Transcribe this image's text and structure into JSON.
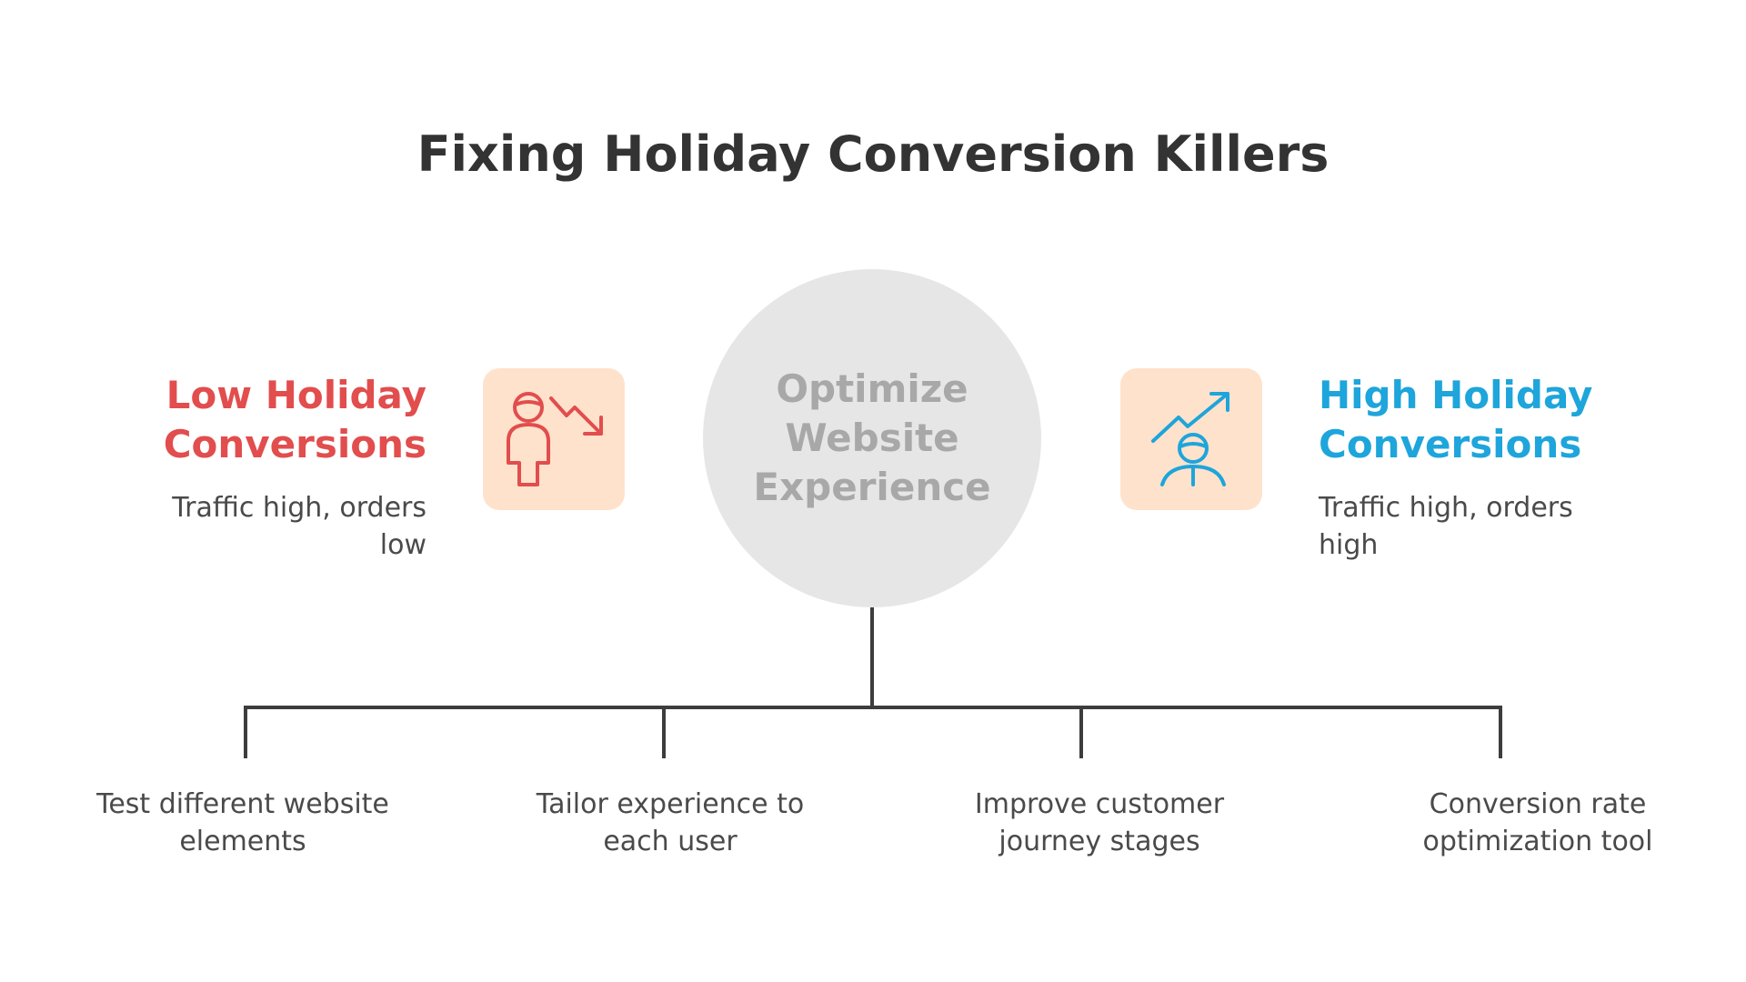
{
  "title": "Fixing Holiday Conversion Killers",
  "left_state": {
    "heading_lines": [
      "Low Holiday",
      "Conversions"
    ],
    "description_lines": [
      "Traffic high, orders",
      "low"
    ],
    "color": "#e24d4d",
    "icon": "person-trend-down-icon"
  },
  "right_state": {
    "heading_lines": [
      "High Holiday",
      "Conversions"
    ],
    "description_lines": [
      "Traffic high, orders",
      "high"
    ],
    "color": "#1ea5db",
    "icon": "person-trend-up-icon"
  },
  "hub": {
    "label_lines": [
      "Optimize",
      "Website",
      "Experience"
    ]
  },
  "branches": [
    {
      "lines": [
        "Test different website",
        "elements"
      ]
    },
    {
      "lines": [
        "Tailor experience to",
        "each user"
      ]
    },
    {
      "lines": [
        "Improve customer",
        "journey stages"
      ]
    },
    {
      "lines": [
        "Conversion rate",
        "optimization tool"
      ]
    }
  ],
  "colors": {
    "icon_background": "#ffe2cc",
    "hub_fill": "#e6e6e6",
    "hub_text": "#a8a8a8",
    "connector": "#3d3d3d"
  }
}
